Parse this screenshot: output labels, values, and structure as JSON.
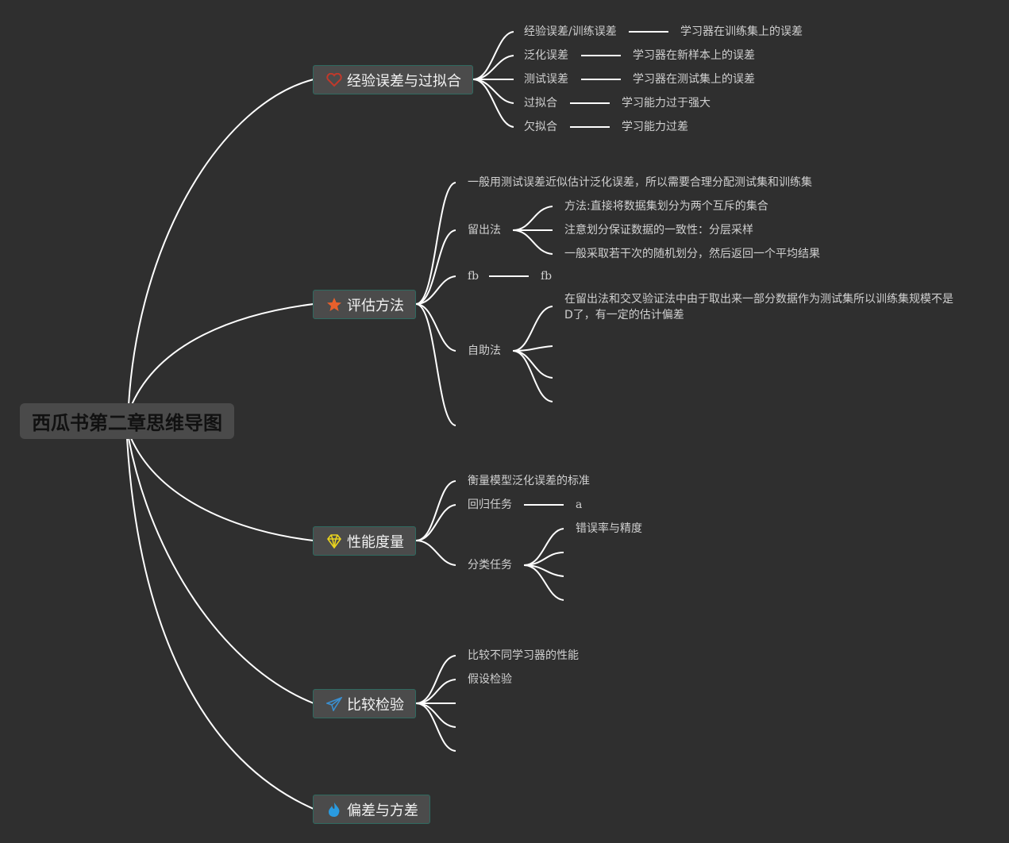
{
  "root": {
    "title": "西瓜书第二章思维导图"
  },
  "topics": [
    {
      "label": "经验误差与过拟合",
      "icon": "heart-icon",
      "color": "#c0392b"
    },
    {
      "label": "评估方法",
      "icon": "star-icon",
      "color": "#e8602c"
    },
    {
      "label": "性能度量",
      "icon": "diamond-icon",
      "color": "#e8d21e"
    },
    {
      "label": "比较检验",
      "icon": "paper-plane-icon",
      "color": "#3a8fd0"
    },
    {
      "label": "偏差与方差",
      "icon": "flame-icon",
      "color": "#2a9be0"
    }
  ],
  "t1": {
    "items": [
      {
        "term": "经验误差/训练误差",
        "desc": "学习器在训练集上的误差"
      },
      {
        "term": "泛化误差",
        "desc": "学习器在新样本上的误差"
      },
      {
        "term": "测试误差",
        "desc": "学习器在测试集上的误差"
      },
      {
        "term": "过拟合",
        "desc": "学习能力过于强大"
      },
      {
        "term": "欠拟合",
        "desc": "学习能力过差"
      }
    ]
  },
  "t2": {
    "note": "一般用测试误差近似估计泛化误差，所以需要合理分配测试集和训练集",
    "holdout": {
      "label": "留出法",
      "items": [
        "方法:直接将数据集划分为两个互斥的集合",
        "注意划分保证数据的一致性：分层采样",
        "一般采取若干次的随机划分，然后返回一个平均结果"
      ]
    },
    "fb": {
      "term": "fb",
      "desc": "fb"
    },
    "bootstrap": {
      "label": "自助法",
      "note": "在留出法和交叉验证法中由于取出来一部分数据作为测试集所以训练集规模不是D了，有一定的估计偏差"
    }
  },
  "t3": {
    "note": "衡量模型泛化误差的标准",
    "regression": {
      "label": "回归任务",
      "desc": "a"
    },
    "classification": {
      "label": "分类任务",
      "items": [
        "错误率与精度"
      ]
    }
  },
  "t4": {
    "items": [
      "比较不同学习器的性能",
      "假设检验"
    ]
  }
}
